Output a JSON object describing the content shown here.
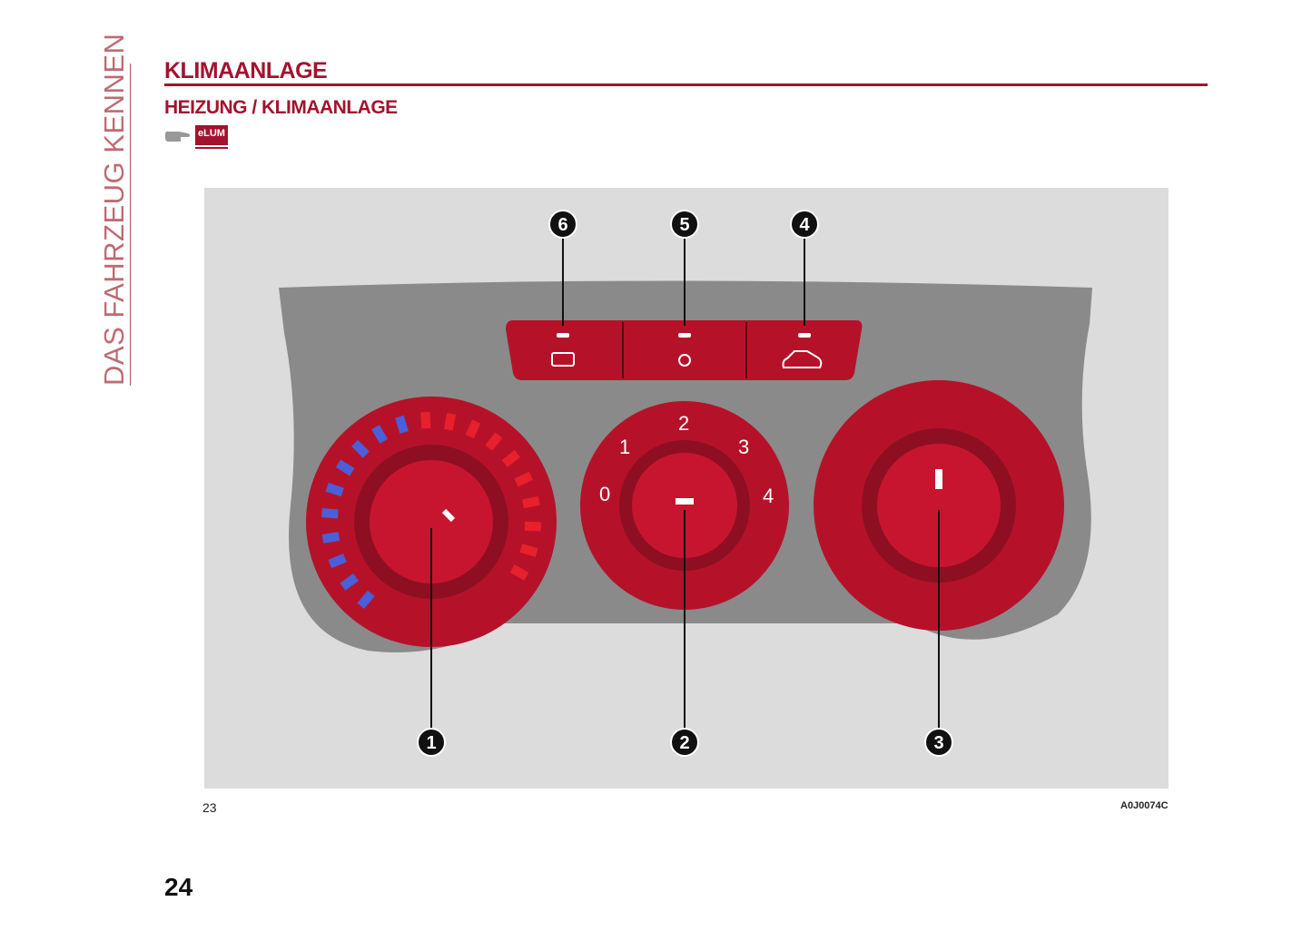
{
  "sidebar": {
    "section": "DAS FAHRZEUG KENNEN"
  },
  "header": {
    "title": "KLIMAANLAGE",
    "subtitle": "HEIZUNG / KLIMAANLAGE",
    "badge": "eLUM"
  },
  "figure": {
    "callouts": [
      "1",
      "2",
      "3",
      "4",
      "5",
      "6"
    ],
    "fan_speeds": [
      "0",
      "1",
      "2",
      "3",
      "4"
    ],
    "number": "23",
    "code": "A0J0074C",
    "buttons": [
      {
        "id": "6",
        "icon": "rear-defrost-icon"
      },
      {
        "id": "5",
        "icon": "ac-snowflake-icon"
      },
      {
        "id": "4",
        "icon": "recirculation-icon"
      }
    ],
    "colors": {
      "red": "#b5122a",
      "cold": "#4a5fd8",
      "hot": "#e8202c",
      "background": "#dcdcdc",
      "panel": "#8a8a8a"
    }
  },
  "footer": {
    "page": "24"
  }
}
